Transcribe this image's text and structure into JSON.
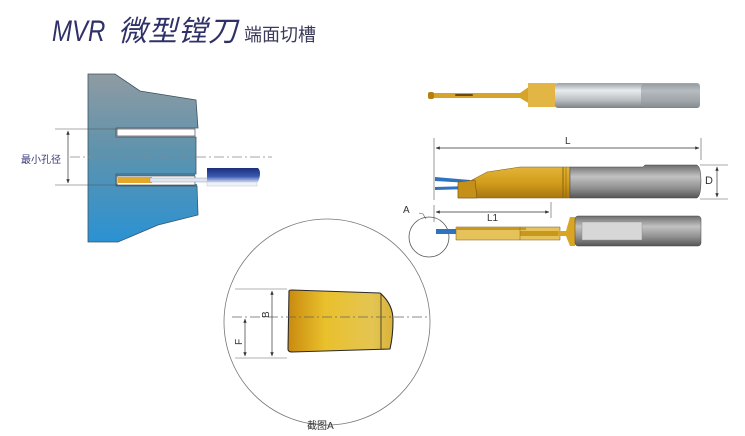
{
  "title": {
    "model": "MVR",
    "name": "微型镗刀",
    "subtitle": "端面切槽"
  },
  "section_view": {
    "min_bore_label": "最小孔径"
  },
  "dimensions": {
    "total_length": "L",
    "diameter": "D",
    "length_1": "L1",
    "detail_marker": "A",
    "width_b": "B",
    "offset_f": "F"
  },
  "detail": {
    "caption": "截图A"
  },
  "colors": {
    "title": "#2f3168",
    "workpiece_top": "#8c9aa3",
    "workpiece_bottom": "#2f8fcf",
    "tin_gold": "#d8a624",
    "shank_gray": "#8a8a8a",
    "coolant_blue": "#2e6fb8",
    "bar_navy": "#1f3b8a"
  }
}
